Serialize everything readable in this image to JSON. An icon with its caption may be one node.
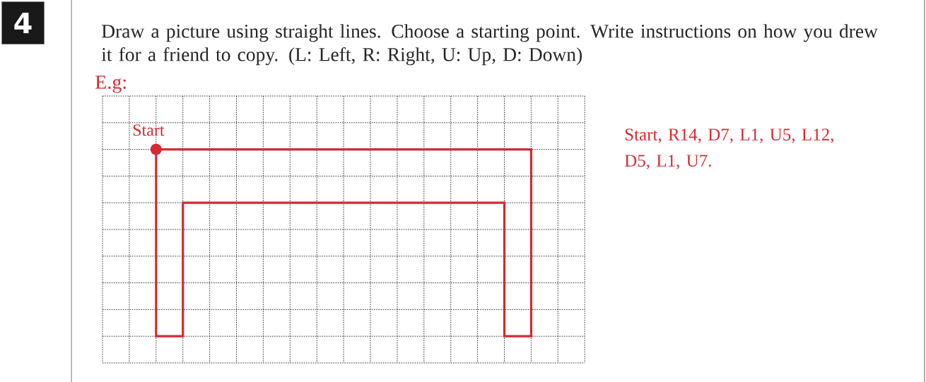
{
  "diagram": {
    "labels": [
      "4",
      "Draw a picture using straight lines. Choose a starting point. Write instructions on how you drew it for a friend to copy. (L: Left, R: Right, U: Up, D: Down)",
      "E.g:",
      "Start",
      "Start, R14, D7, L1, U5, L12, D5, L1, U7."
    ]
  }
}
